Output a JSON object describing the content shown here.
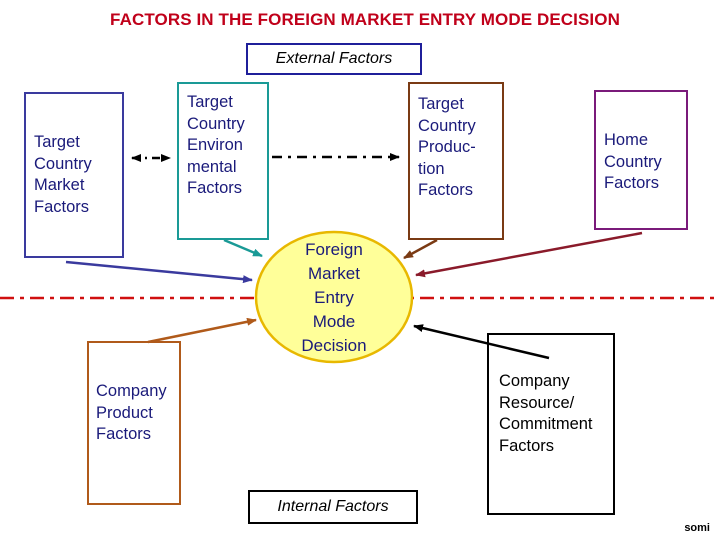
{
  "title": "FACTORS IN THE FOREIGN MARKET ENTRY MODE DECISION",
  "external_label": "External Factors",
  "internal_label": "Internal Factors",
  "center": "Foreign\nMarket\nEntry\nMode\nDecision",
  "boxes": {
    "target_market": "Target\nCountry\nMarket\nFactors",
    "target_env": "Target\nCountry\nEnviron\nmental\nFactors",
    "target_prod": "Target\nCountry\nProduc-\ntion\nFactors",
    "home": "Home\nCountry\nFactors",
    "company_product": "Company\nProduct\nFactors",
    "company_resource": "Company\nResource/\nCommitment\nFactors"
  },
  "credit": "somi",
  "colors": {
    "title": "#c0001a",
    "divider": "#d01010",
    "center_fill": "#ffff99",
    "market_border": "#3a3a9e",
    "env_border": "#1a9a96",
    "prod_border": "#7a3a14",
    "home_border": "#7a1a7a",
    "company_product_border": "#b05a1a",
    "company_resource_border": "#000000"
  }
}
